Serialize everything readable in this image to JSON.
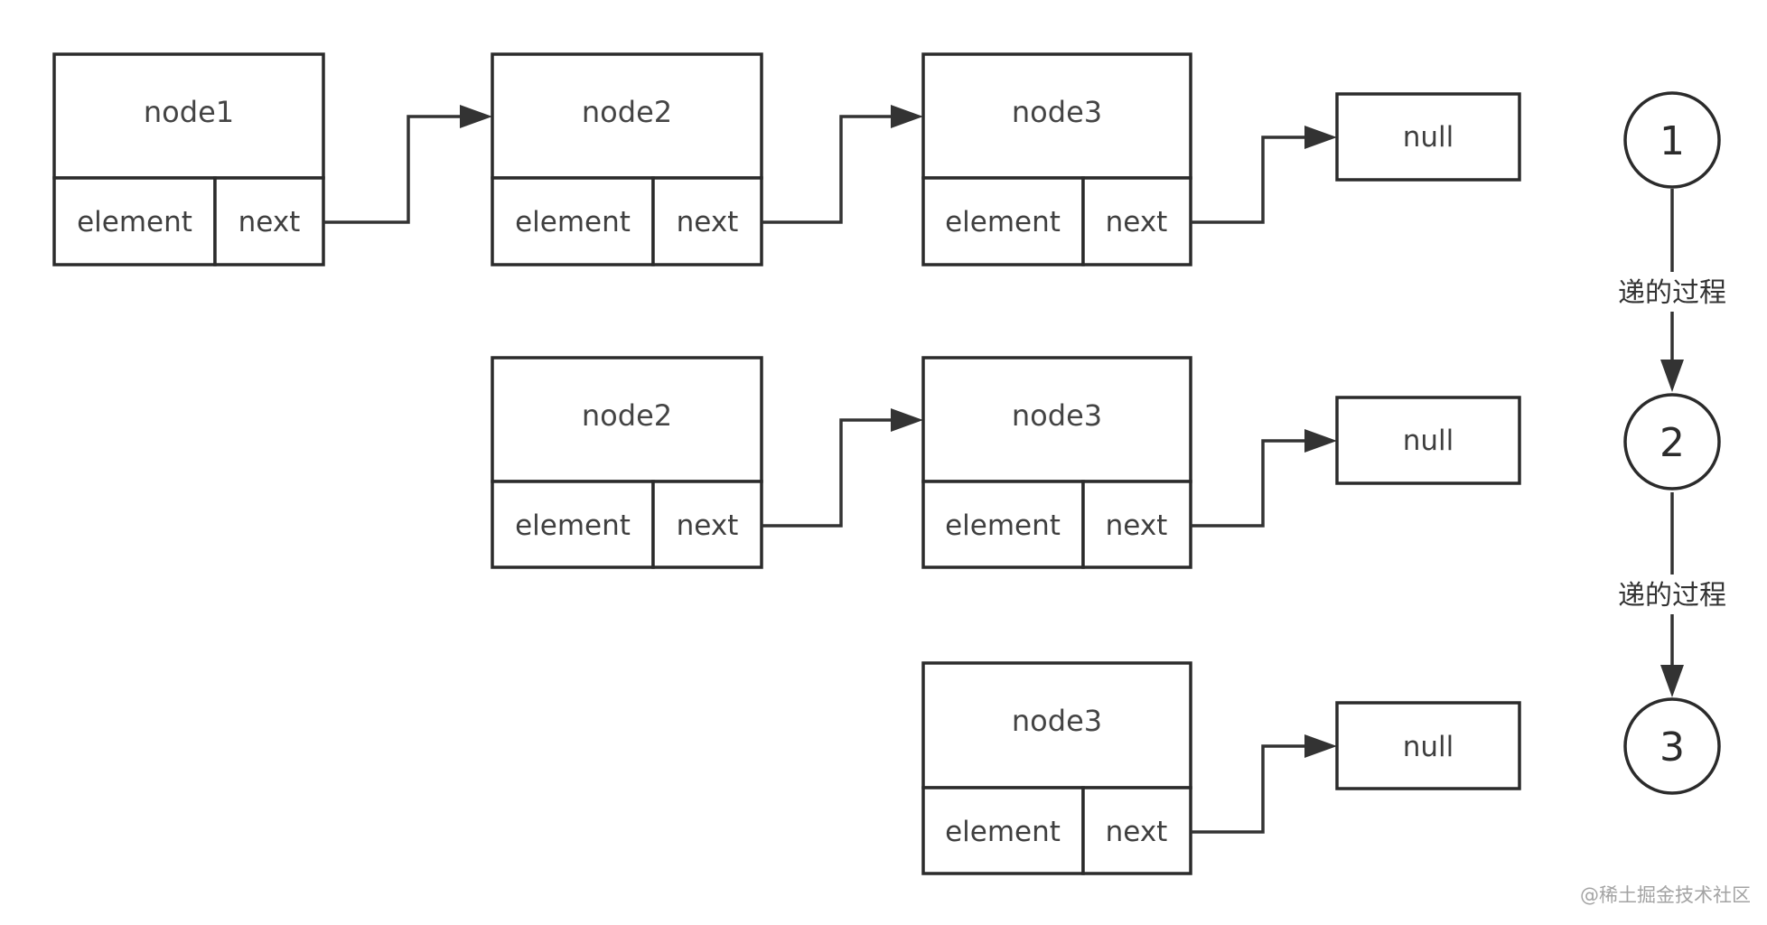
{
  "diagram": {
    "rows": [
      {
        "nodes": [
          {
            "title": "node1",
            "element_label": "element",
            "next_label": "next"
          },
          {
            "title": "node2",
            "element_label": "element",
            "next_label": "next"
          },
          {
            "title": "node3",
            "element_label": "element",
            "next_label": "next"
          }
        ],
        "terminal": "null"
      },
      {
        "nodes": [
          {
            "title": "node2",
            "element_label": "element",
            "next_label": "next"
          },
          {
            "title": "node3",
            "element_label": "element",
            "next_label": "next"
          }
        ],
        "terminal": "null"
      },
      {
        "nodes": [
          {
            "title": "node3",
            "element_label": "element",
            "next_label": "next"
          }
        ],
        "terminal": "null"
      }
    ],
    "steps": [
      "1",
      "2",
      "3"
    ],
    "step_transitions": [
      "递的过程",
      "递的过程"
    ]
  },
  "watermark": "@稀土掘金技术社区",
  "colors": {
    "stroke": "#2b2b2b",
    "text": "#444444",
    "background": "#ffffff",
    "watermark": "#a3a3a3"
  }
}
